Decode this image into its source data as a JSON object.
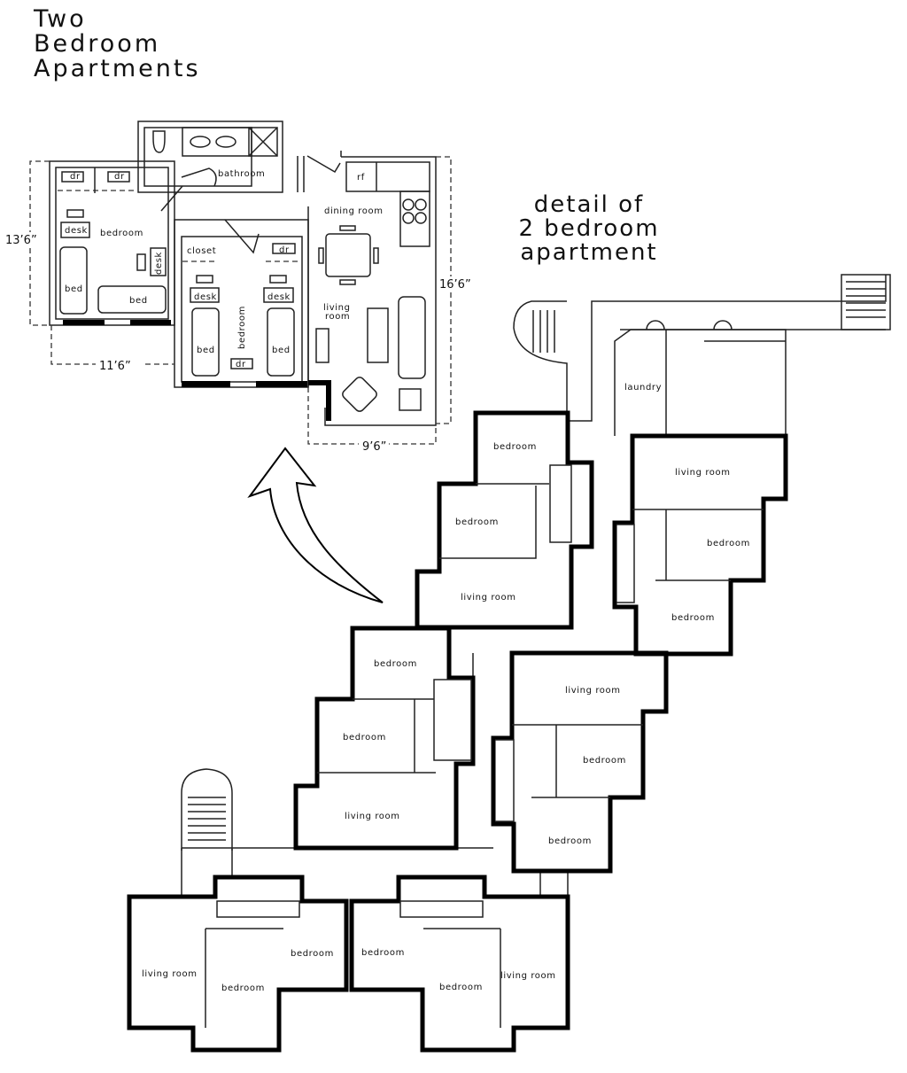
{
  "title": {
    "line1": "Two",
    "line2": "Bedroom",
    "line3": "Apartments"
  },
  "detail_heading": {
    "line1": "detail of",
    "line2": "2 bedroom",
    "line3": "apartment"
  },
  "detail_plan": {
    "bathroom": "bathroom",
    "rf": "rf",
    "dining_room": "dining room",
    "living": "living",
    "room": "room",
    "bedroom_left": "bedroom",
    "bedroom_middle": "bedroom",
    "closet": "closet",
    "dr": "dr",
    "desk": "desk",
    "bed": "bed",
    "dim_height_left": "13’6”",
    "dim_width_left": "11’6”",
    "dim_height_right": "16’6”",
    "dim_width_right": "9’6”"
  },
  "building": {
    "laundry": "laundry",
    "units": [
      {
        "labels": [
          "bedroom",
          "bedroom",
          "living room"
        ]
      },
      {
        "labels": [
          "living room",
          "bedroom",
          "bedroom"
        ]
      },
      {
        "labels": [
          "bedroom",
          "bedroom",
          "living room"
        ]
      },
      {
        "labels": [
          "living room",
          "bedroom",
          "bedroom"
        ]
      },
      {
        "labels": [
          "living room",
          "bedroom",
          "bedroom"
        ]
      },
      {
        "labels": [
          "bedroom",
          "bedroom",
          "living room"
        ]
      }
    ]
  }
}
